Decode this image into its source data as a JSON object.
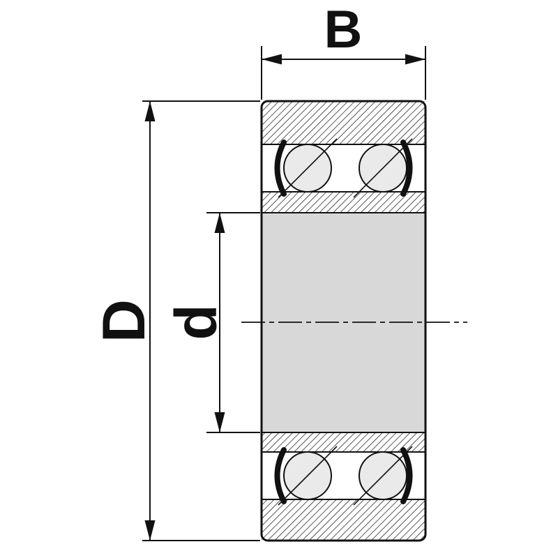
{
  "diagram": {
    "labels": {
      "width": "B",
      "outer_diameter": "D",
      "bore": "d"
    },
    "colors": {
      "line": "#111111",
      "inner_ring_fill": "#d8d8d8",
      "ball_fill": "#eaeaea",
      "raceway_fill": "#ffffff",
      "background": "#ffffff"
    }
  }
}
